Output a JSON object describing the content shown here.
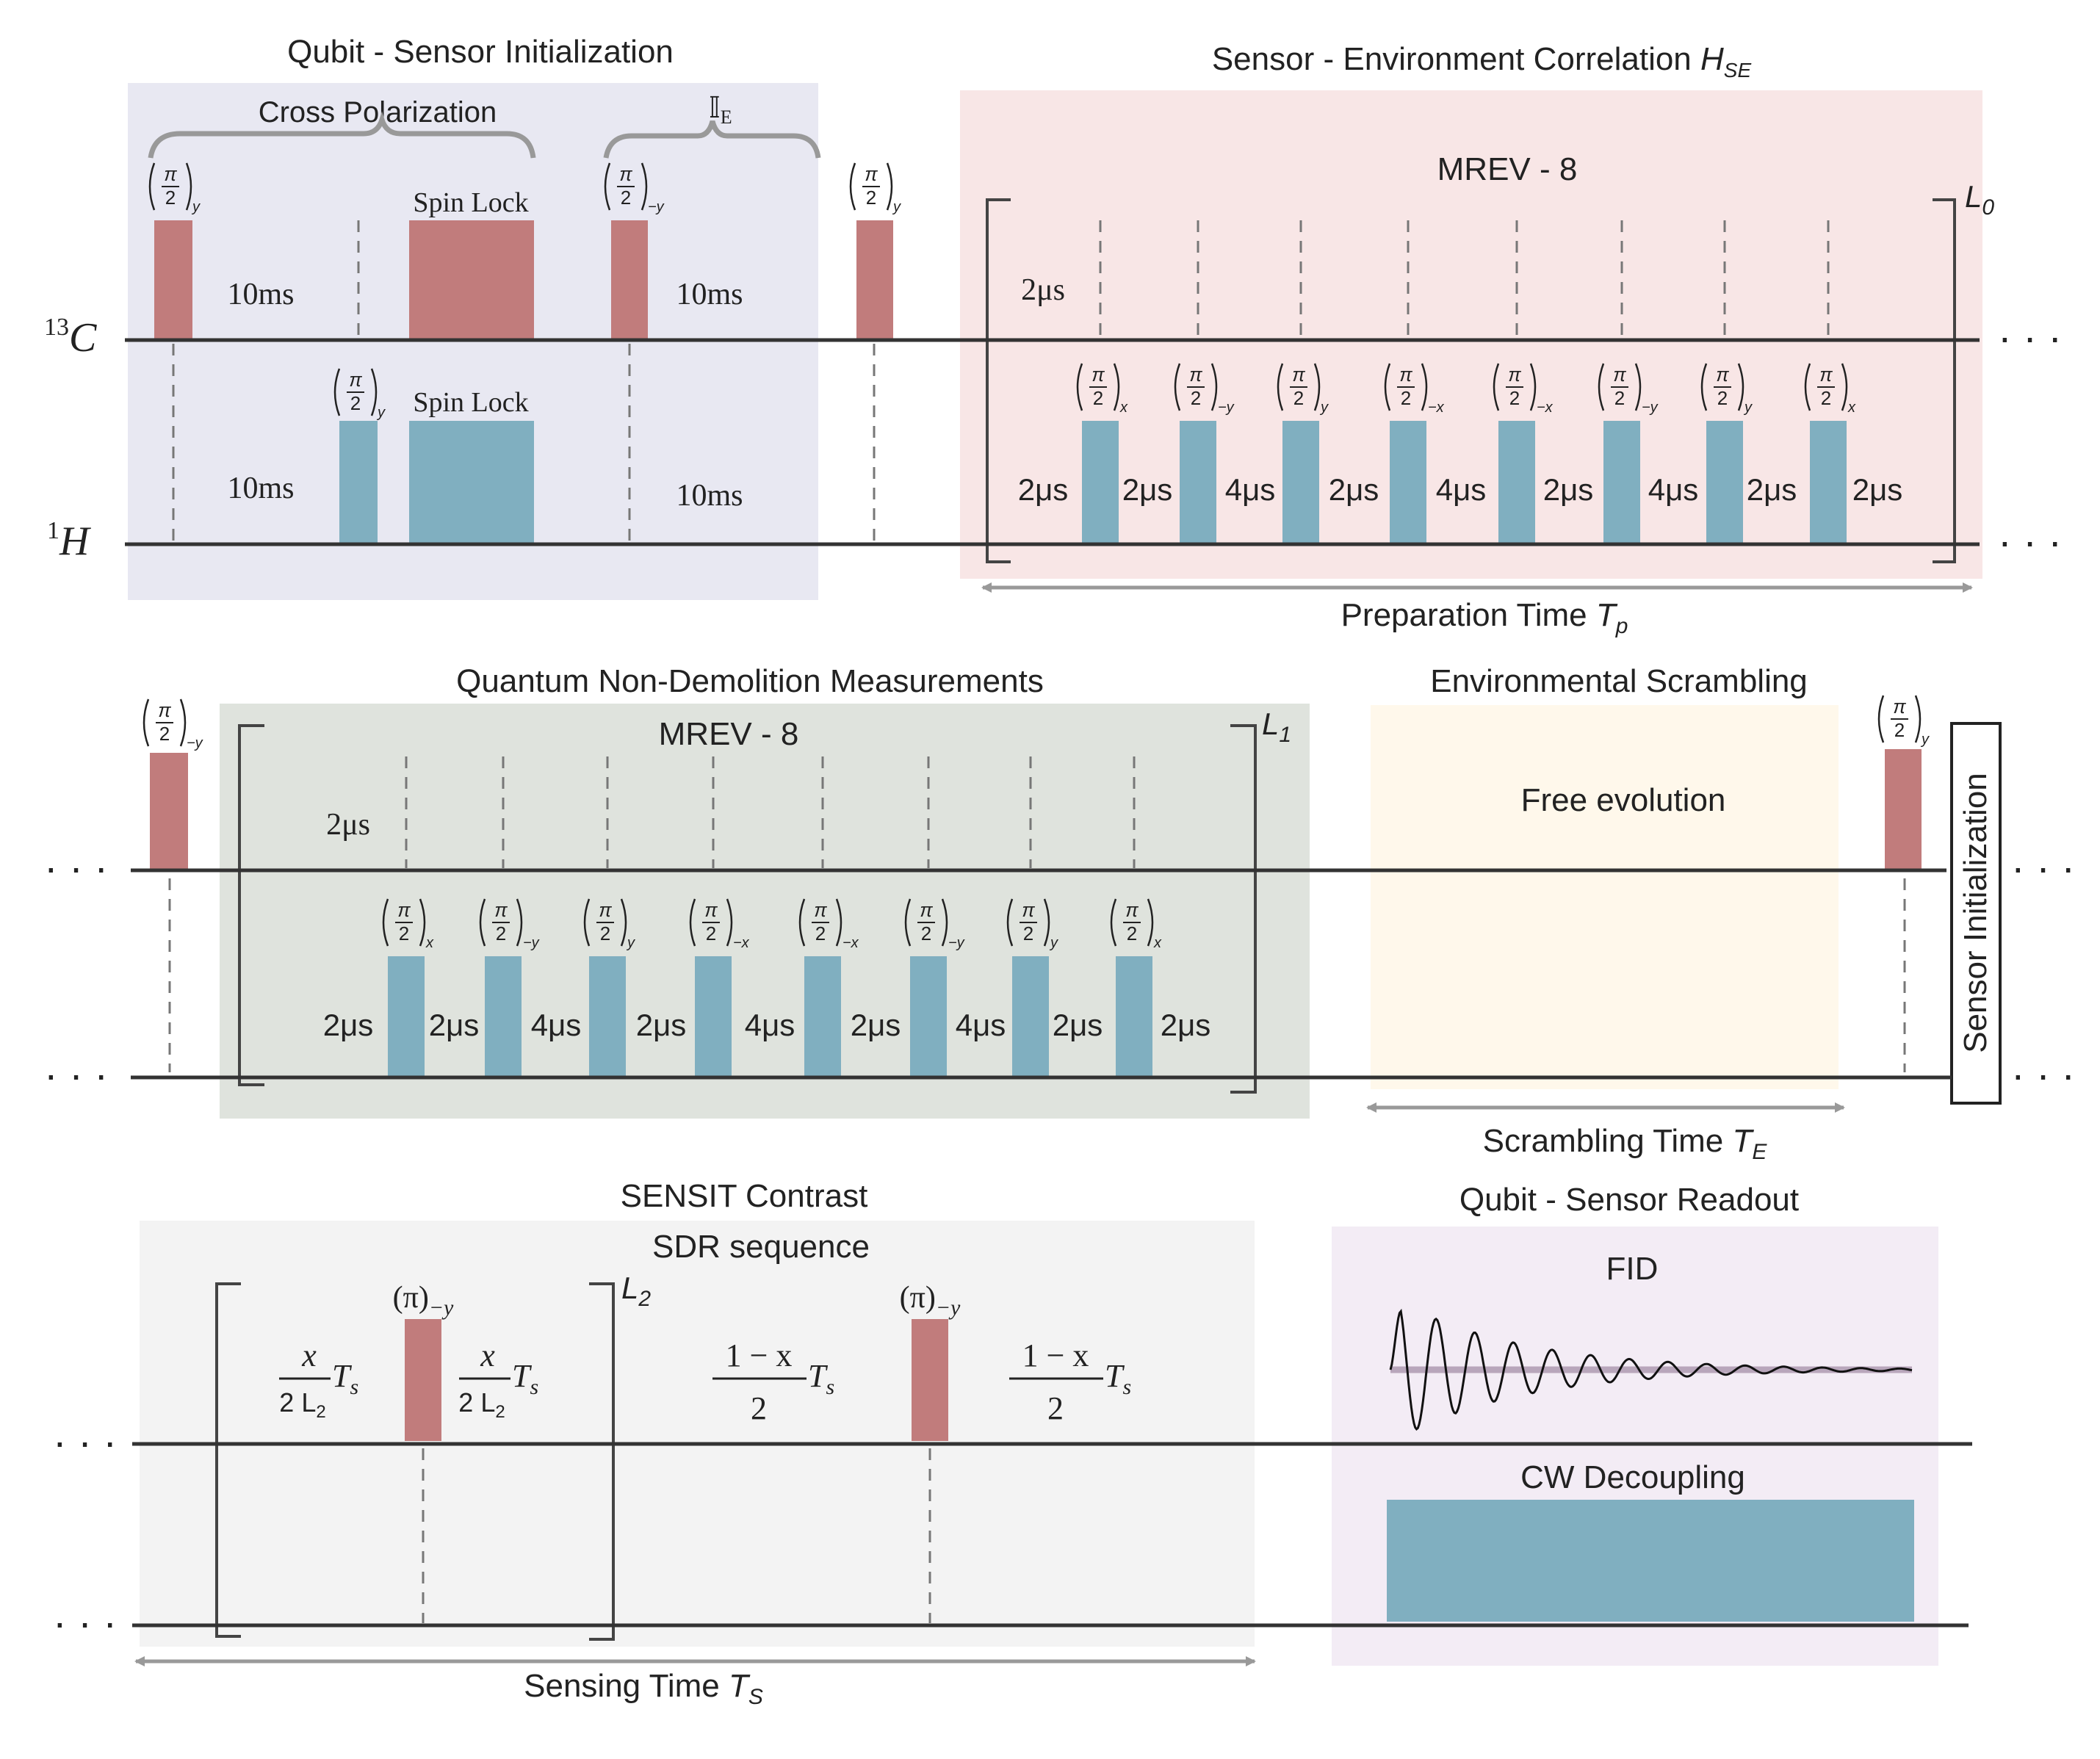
{
  "colors": {
    "panel_init": "#e8e8f2",
    "panel_corr": "#f8e6e6",
    "panel_qnd": "#dfe3dd",
    "panel_scramble": "#fff8eb",
    "panel_sensing": "#f3f3f3",
    "panel_readout": "#f3ecf5",
    "carbon_pulse": "#c17c7c",
    "proton_pulse": "#80afc0",
    "brace": "#999999",
    "arrow": "#999999",
    "line": "#333333"
  },
  "panel1": {
    "title": "Qubit - Sensor Initialization",
    "cross_polarization": "Cross Polarization",
    "identity_label": "𝕀",
    "identity_sub": "E",
    "c13_label_sup": "13",
    "c13_label": "C",
    "h1_label_sup": "1",
    "h1_label": "H",
    "spin_lock_c": "Spin Lock",
    "spin_lock_h": "Spin Lock",
    "time_c1": "10ms",
    "time_c2": "10ms",
    "time_h1": "10ms",
    "time_h2": "10ms",
    "pulse_half": "π",
    "pulse_2": "2",
    "phase_y": "y",
    "phase_my": "−y"
  },
  "panel2": {
    "title": "Sensor - Environment Correlation ",
    "title_H": "H",
    "title_sub": "SE",
    "mrev": "MREV - 8",
    "loop": "L",
    "loop_sub": "0",
    "time_top": "2μs",
    "gaps": [
      "2μs",
      "2μs",
      "4μs",
      "2μs",
      "4μs",
      "2μs",
      "4μs",
      "2μs",
      "2μs"
    ],
    "phases": [
      "x",
      "−y",
      "y",
      "−x",
      "−x",
      "−y",
      "y",
      "x"
    ],
    "prep_label": "Preparation Time ",
    "prep_T": "T",
    "prep_sub": "p",
    "ellipsis": "· · ·"
  },
  "panel3": {
    "title": "Quantum Non-Demolition Measurements",
    "mrev": "MREV - 8",
    "loop": "L",
    "loop_sub": "1",
    "time_top": "2μs",
    "gaps": [
      "2μs",
      "2μs",
      "4μs",
      "2μs",
      "4μs",
      "2μs",
      "4μs",
      "2μs",
      "2μs"
    ],
    "phases": [
      "x",
      "−y",
      "y",
      "−x",
      "−x",
      "−y",
      "y",
      "x"
    ],
    "pre_phase": "−y",
    "post_phase": "y"
  },
  "panel4": {
    "title": "Environmental Scrambling",
    "free": "Free evolution",
    "scramble_label": "Scrambling Time ",
    "scramble_T": "T",
    "scramble_sub": "E",
    "sensor_init": "Sensor Initialization"
  },
  "panel5": {
    "title1": "SENSIT Contrast",
    "title2": "SDR sequence",
    "pi_pulse": "(π)",
    "pi_phase": "−y",
    "loop": "L",
    "loop_sub": "2",
    "frac_x": "x",
    "frac_den": "2 L",
    "frac_den_sub": "2",
    "Ts": "T",
    "Ts_sub": "s",
    "one_minus_x": "1 − x",
    "two": "2",
    "sensing_label": "Sensing Time ",
    "sensing_T": "T",
    "sensing_sub": "S"
  },
  "panel6": {
    "title": "Qubit - Sensor Readout",
    "fid": "FID",
    "cw": "CW Decoupling"
  }
}
